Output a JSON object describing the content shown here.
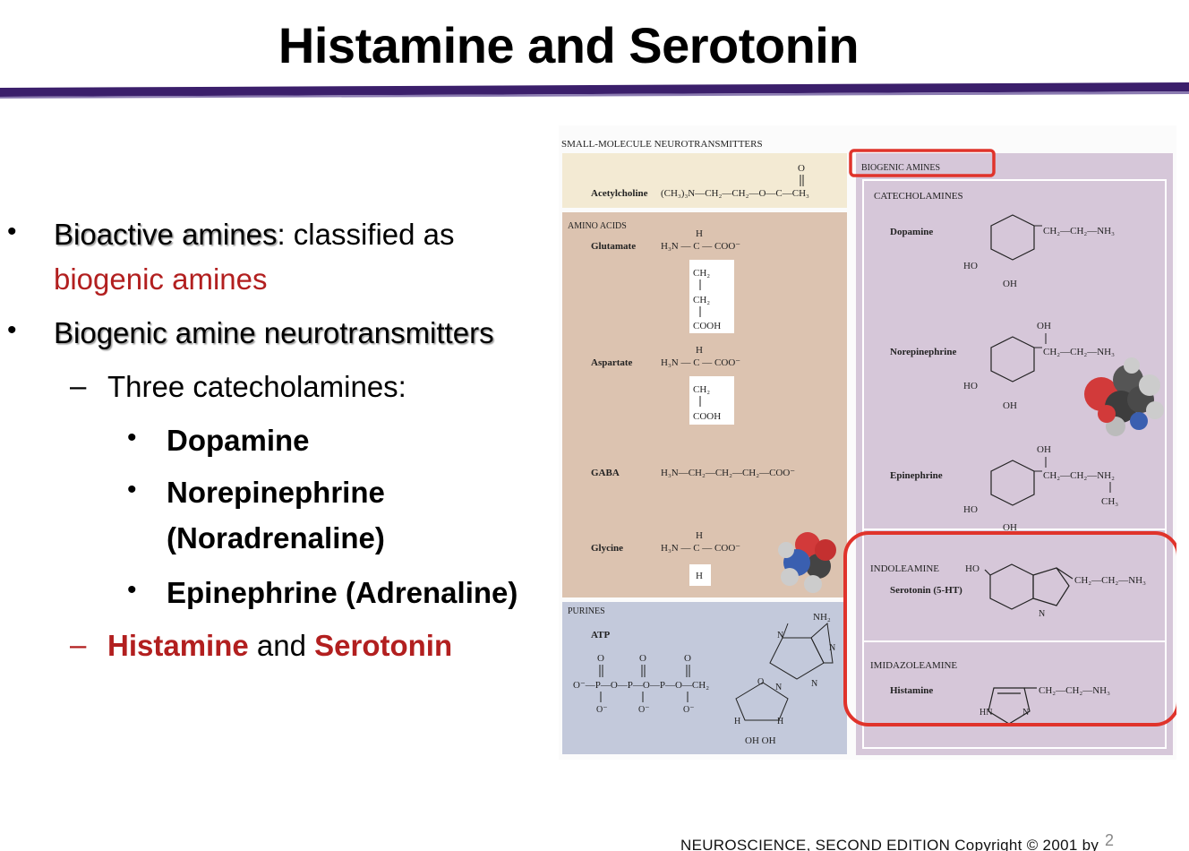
{
  "title": "Histamine and Serotonin",
  "bullets": {
    "b1_term": "Bioactive amines",
    "b1_rest": ": classified as",
    "b1_red": "biogenic amines",
    "b2": "Biogenic amine neurotransmitters",
    "sub1": "Three catecholamines:",
    "item1": "Dopamine",
    "item2_a": "Norepinephrine",
    "item2_b": "(Noradrenaline)",
    "item3": "Epinephrine (Adrenaline)",
    "sub2_a": "Histamine",
    "sub2_and": " and ",
    "sub2_b": "Serotonin"
  },
  "figure": {
    "header": "SMALL-MOLECULE NEUROTRANSMITTERS",
    "acetylcholine": "Acetylcholine",
    "amino_acids": "AMINO ACIDS",
    "glutamate": "Glutamate",
    "aspartate": "Aspartate",
    "gaba": "GABA",
    "glycine": "Glycine",
    "purines": "PURINES",
    "atp": "ATP",
    "biogenic_amines": "BIOGENIC AMINES",
    "catecholamines": "CATECHOLAMINES",
    "dopamine": "Dopamine",
    "norepinephrine": "Norepinephrine",
    "epinephrine": "Epinephrine",
    "indoleamine": "INDOLEAMINE",
    "serotonin": "Serotonin (5-HT)",
    "imidazoleamine": "IMIDAZOLEAMINE",
    "histamine": "Histamine",
    "ach_formula": "(CH₃)₃N—CH₂—CH₂—O—C—CH₃",
    "amino_chain": "H₃N — C — COO⁻",
    "gaba_formula": "H₃N—CH₂—CH₂—CH₂—COO⁻",
    "ch2": "CH₂",
    "cooh": "COOH",
    "h": "H",
    "o": "O",
    "plus": "+",
    "ethylamine": "CH₂—CH₂—NH₃",
    "methylamine": "CH₂—CH₂—NH₂",
    "ch3": "CH₃",
    "ho": "HO",
    "oh": "OH",
    "nh2": "NH₂",
    "n": "N",
    "hn": "HN",
    "o_minus": "O⁻",
    "ribose_oh": "OH OH",
    "phosphate_chain": "O⁻—P—O—P—O—P—O—CH₂"
  },
  "footer": "NEUROSCIENCE, SECOND EDITION Copyright © 2001 by",
  "page_number": "2",
  "colors": {
    "title_bar": "#3b1f6b",
    "red_text": "#b21f1f",
    "highlight": "#e0332b",
    "acetylcholine_bg": "#f3ead3",
    "amino_bg": "#dcc3b0",
    "purine_bg": "#c3c9db",
    "amine_bg": "#d6c7d9"
  }
}
